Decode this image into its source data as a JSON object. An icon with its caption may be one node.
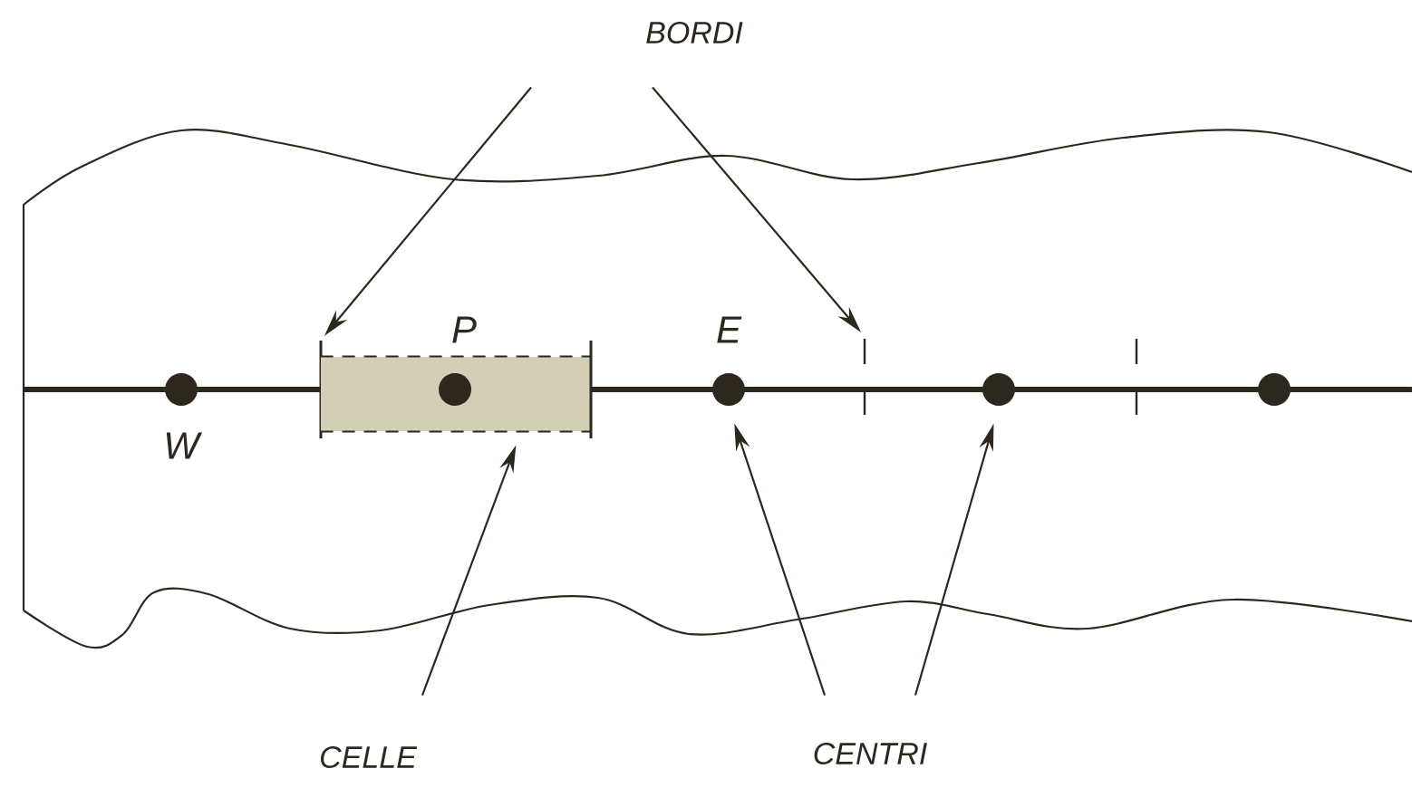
{
  "diagram": {
    "nodes": [
      {
        "text": [
          "BORDI"
        ]
      },
      {
        "text": [],
        "shape": "circle",
        "beside": [
          "W"
        ]
      },
      {
        "text": [],
        "shape": "bar"
      },
      {
        "text": [],
        "shape": "box"
      },
      {
        "text": [],
        "shape": "circle",
        "beside": [
          "P"
        ],
        "in": 3
      },
      {
        "text": [],
        "shape": "bar"
      },
      {
        "text": [],
        "shape": "circle",
        "beside": [
          "E"
        ]
      },
      {
        "text": [],
        "shape": "bar"
      },
      {
        "text": [],
        "shape": "circle"
      },
      {
        "text": [],
        "shape": "bar"
      },
      {
        "text": [],
        "shape": "circle"
      },
      {
        "text": [
          "CELLE"
        ]
      },
      {
        "text": [
          "CENTRI"
        ]
      }
    ],
    "edges": [
      {
        "from": 0,
        "to": 2,
        "arrow": "to"
      },
      {
        "from": 0,
        "to": 7,
        "arrow": "to"
      },
      {
        "from": 11,
        "to": 3,
        "arrow": "to"
      },
      {
        "from": 12,
        "to": 6,
        "arrow": "to"
      },
      {
        "from": 12,
        "to": 8,
        "arrow": "to"
      }
    ]
  }
}
